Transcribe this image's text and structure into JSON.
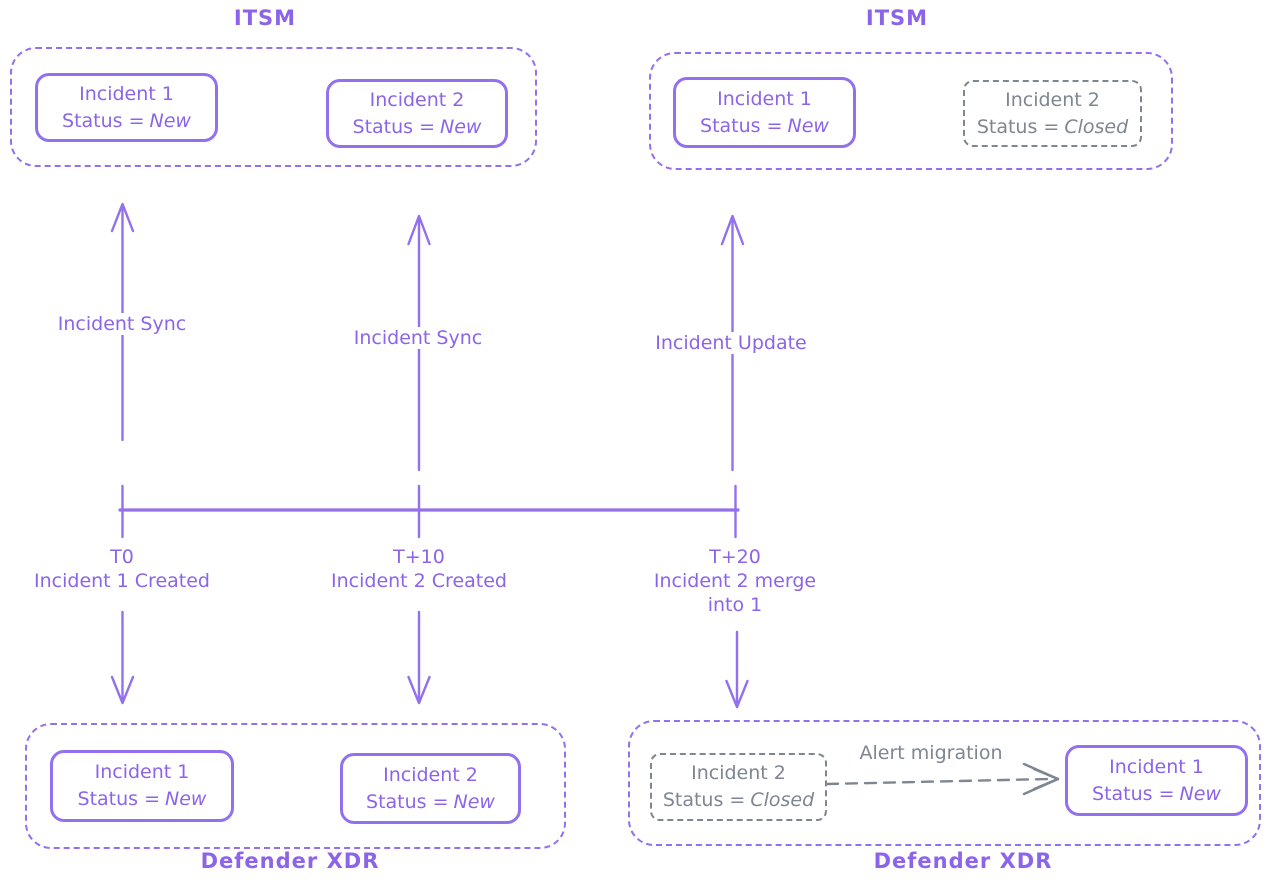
{
  "colors": {
    "stroke_purple": "#9370ee",
    "text_purple": "#8c64e9",
    "gray": "#7e8691",
    "background": "#ffffff"
  },
  "top_left": {
    "title": "ITSM",
    "boxes": [
      {
        "name": "Incident 1",
        "status_prefix": "Status =",
        "status_value": "New"
      },
      {
        "name": "Incident 2",
        "status_prefix": "Status =",
        "status_value": "New"
      }
    ]
  },
  "top_right": {
    "title": "ITSM",
    "boxes": [
      {
        "name": "Incident 1",
        "status_prefix": "Status =",
        "status_value": "New"
      },
      {
        "name": "Incident 2",
        "status_prefix": "Status =",
        "status_value": "Closed"
      }
    ]
  },
  "bottom_left": {
    "title": "Defender XDR",
    "boxes": [
      {
        "name": "Incident 1",
        "status_prefix": "Status =",
        "status_value": "New"
      },
      {
        "name": "Incident 2",
        "status_prefix": "Status =",
        "status_value": "New"
      }
    ]
  },
  "bottom_right": {
    "title": "Defender XDR",
    "migration_label": "Alert migration",
    "boxes": [
      {
        "name": "Incident 2",
        "status_prefix": "Status =",
        "status_value": "Closed"
      },
      {
        "name": "Incident 1",
        "status_prefix": "Status =",
        "status_value": "New"
      }
    ]
  },
  "sync_arrows": [
    {
      "label": "Incident Sync"
    },
    {
      "label": "Incident Sync"
    },
    {
      "label": "Incident Update"
    }
  ],
  "timeline": {
    "ticks": [
      {
        "time": "T0",
        "lines": [
          "Incident 1 Created"
        ]
      },
      {
        "time": "T+10",
        "lines": [
          "Incident 2 Created"
        ]
      },
      {
        "time": "T+20",
        "lines": [
          "Incident 2 merge",
          "into 1"
        ]
      }
    ]
  }
}
